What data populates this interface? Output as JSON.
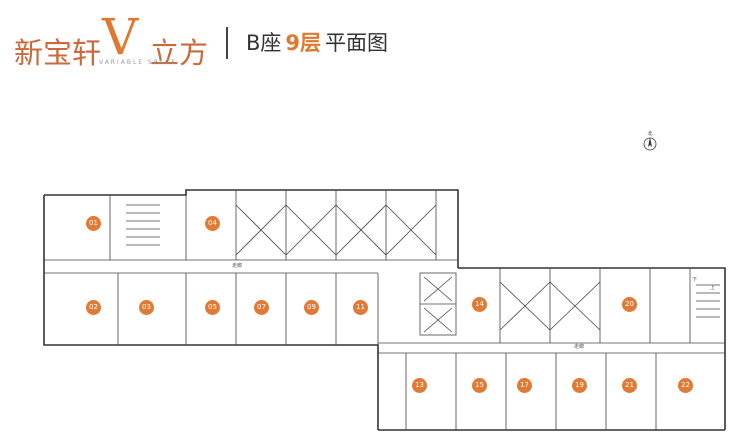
{
  "brand": {
    "name_left": "新宝轩",
    "logo_letter": "V",
    "name_right": "立方",
    "subtitle": "VARIABLE SPACE"
  },
  "title": {
    "building": "B座",
    "floor": "9层",
    "suffix": "平面图"
  },
  "compass": {
    "label": "北"
  },
  "corridors": [
    "走廊",
    "走廊"
  ],
  "stairs": {
    "down": "下",
    "up": "上"
  },
  "units": [
    "01",
    "04",
    "02",
    "03",
    "05",
    "07",
    "09",
    "11",
    "14",
    "20",
    "13",
    "15",
    "17",
    "19",
    "21",
    "22"
  ],
  "colors": {
    "accent": "#e07a35",
    "wall": "#333333",
    "text": "#333333"
  }
}
